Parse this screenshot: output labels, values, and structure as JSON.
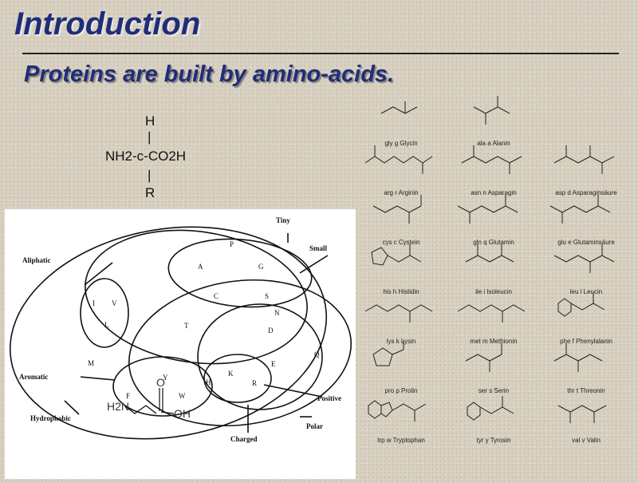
{
  "slide": {
    "title": "Introduction",
    "subtitle": "Proteins are built by amino-acids."
  },
  "formula": {
    "top": "H",
    "bond_top": "|",
    "middle": "NH2-c-CO2H",
    "bond_bottom": "|",
    "bottom": "R"
  },
  "venn": {
    "sets": {
      "tiny": "Tiny",
      "small": "Small",
      "aliphatic": "Aliphatic",
      "aromatic": "Aromatic",
      "hydrophobic": "Hydrophobic",
      "charged": "Charged",
      "positive": "Positive",
      "polar": "Polar"
    },
    "letters": [
      "P",
      "A",
      "G",
      "C",
      "S",
      "I",
      "V",
      "L",
      "T",
      "N",
      "D",
      "M",
      "E",
      "Q",
      "F",
      "Y",
      "W",
      "H",
      "K",
      "R"
    ],
    "inset": {
      "h2n": "H2N",
      "o": "O",
      "oh": "OH"
    }
  },
  "amino_acids": [
    {
      "name": "gly g Glycin"
    },
    {
      "name": "ala a Alanin"
    },
    {
      "name": "arg r Arginin"
    },
    {
      "name": "asn n Asparagin"
    },
    {
      "name": "asp d Asparaginsäure"
    },
    {
      "name": "cys c Cystein"
    },
    {
      "name": "gln q Glutamin"
    },
    {
      "name": "glu e Glutaminsäure"
    },
    {
      "name": "his h Histidin"
    },
    {
      "name": "ile i Isoleucin"
    },
    {
      "name": "leu l Leucin"
    },
    {
      "name": "lys k Lysin"
    },
    {
      "name": "met m Methionin"
    },
    {
      "name": "phe f Phenylalanin"
    },
    {
      "name": "pro p Prolin"
    },
    {
      "name": "ser s Serin"
    },
    {
      "name": "thr t Threonin"
    },
    {
      "name": "trp w Tryptophan"
    },
    {
      "name": "tyr y Tyrosin"
    },
    {
      "name": "val v Valin"
    }
  ]
}
